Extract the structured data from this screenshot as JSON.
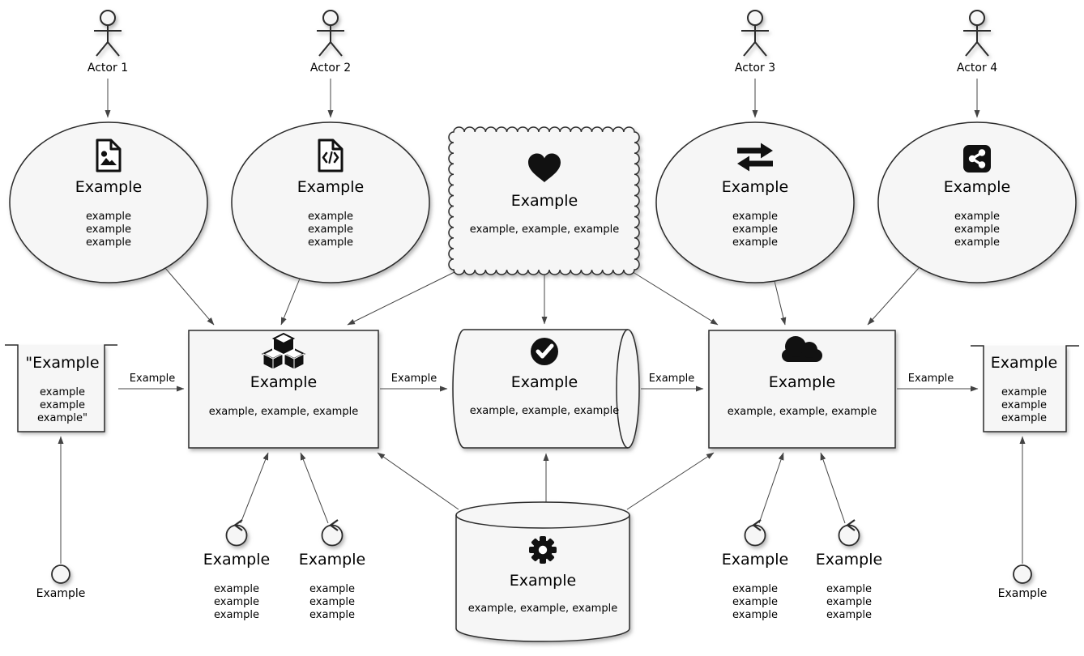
{
  "diagram": {
    "actors": [
      "Actor 1",
      "Actor 2",
      "Actor 3",
      "Actor 4"
    ],
    "usecases": [
      {
        "title": "Example",
        "details": "example\nexample\nexample",
        "icon": "file-image-icon"
      },
      {
        "title": "Example",
        "details": "example\nexample\nexample",
        "icon": "file-code-icon"
      },
      {
        "title": "Example",
        "details": "example\nexample\nexample",
        "icon": "swap-arrows-icon"
      },
      {
        "title": "Example",
        "details": "example\nexample\nexample",
        "icon": "share-square-icon"
      }
    ],
    "cloud": {
      "title": "Example",
      "details": "example, example, example",
      "icon": "heart-icon"
    },
    "nodes": [
      {
        "title": "Example",
        "details": "example, example, example",
        "icon": "cubes-icon",
        "shape": "rectangle"
      },
      {
        "title": "Example",
        "details": "example, example, example",
        "icon": "check-circle-icon",
        "shape": "queue"
      },
      {
        "title": "Example",
        "details": "example, example, example",
        "icon": "cloud-icon",
        "shape": "rectangle"
      }
    ],
    "database": {
      "title": "Example",
      "details": "example, example, example",
      "icon": "gear-icon",
      "shape": "database"
    },
    "cards": [
      {
        "title": "\"Example",
        "details": "example\nexample\nexample\""
      },
      {
        "title": "Example",
        "details": "example\nexample\nexample"
      }
    ],
    "controls": [
      {
        "title": "Example",
        "details": "example\nexample\nexample"
      },
      {
        "title": "Example",
        "details": "example\nexample\nexample"
      },
      {
        "title": "Example",
        "details": "example\nexample\nexample"
      },
      {
        "title": "Example",
        "details": "example\nexample\nexample"
      }
    ],
    "interfaces": [
      {
        "label": "Example"
      },
      {
        "label": "Example"
      }
    ],
    "edge_labels": [
      "Example",
      "Example",
      "Example",
      "Example"
    ],
    "colors": {
      "shape_fill": "#f6f6f6",
      "line": "#2b2b2b",
      "icon": "#111111",
      "background": "#ffffff"
    }
  }
}
